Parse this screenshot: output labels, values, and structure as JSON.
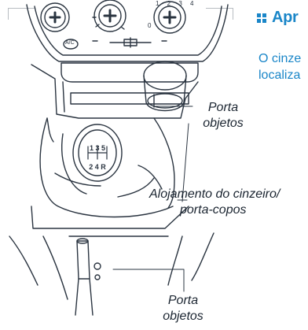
{
  "heading": {
    "title": "Apr"
  },
  "body_lines": [
    "O cinze",
    "localiza"
  ],
  "callouts": {
    "storage_top_line1": "Porta",
    "storage_top_line2": "objetos",
    "ashtray_line1": "Alojamento do cinzeiro/",
    "ashtray_line2": "porta-copos",
    "storage_bottom_line1": "Porta",
    "storage_bottom_line2": "objetos"
  },
  "gearshift_pattern": {
    "top_row": "1 3 5",
    "bottom_row": "2 4 R"
  },
  "dial_labels": {
    "fan_speed_marks": "1 2 3 4",
    "fan_zero": "0",
    "ac_button": "A/C"
  },
  "colors": {
    "accent": "#1a86c8",
    "callout_text": "#1a2430",
    "line_art": "#2a3440"
  }
}
